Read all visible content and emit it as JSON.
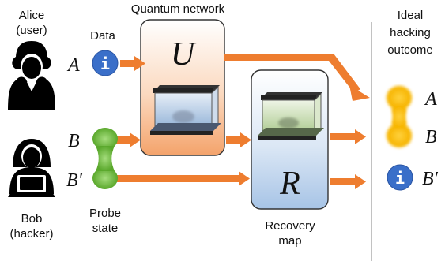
{
  "labels": {
    "quantum_network": "Quantum network",
    "alice_name": "Alice",
    "alice_role": "(user)",
    "data_label": "Data",
    "bob_name": "Bob",
    "bob_role": "(hacker)",
    "probe_line1": "Probe",
    "probe_line2": "state",
    "recovery_line1": "Recovery",
    "recovery_line2": "map",
    "ideal_line1": "Ideal",
    "ideal_line2": "hacking",
    "ideal_line3": "outcome"
  },
  "math": {
    "A": "A",
    "B": "B",
    "B_prime": "B′",
    "U": "U",
    "R": "R",
    "A_out": "A",
    "B_out": "B",
    "B_prime_out": "B′"
  },
  "icons": {
    "info_glyph": "i",
    "info_glyph_out": "i"
  },
  "colors": {
    "arrow": "#ee7d2f",
    "network_box": "#f9c7a2",
    "recovery_box": "#c6daf0",
    "probe_state": "#6fbf3d",
    "ideal_state": "#f7b500",
    "info_icon": "#3a6fc9",
    "divider": "#9a9a9a"
  }
}
